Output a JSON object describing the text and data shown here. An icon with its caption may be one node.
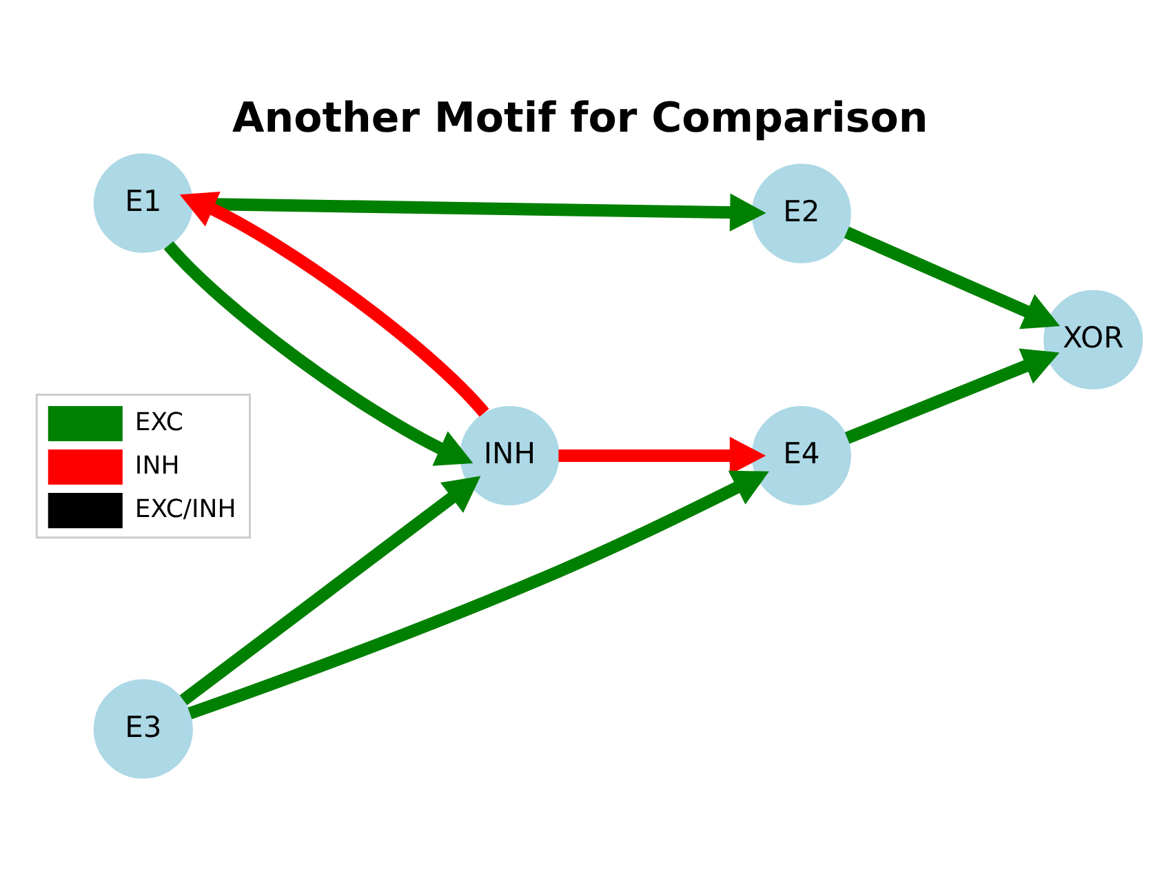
{
  "diagram": {
    "title": "Another Motif for Comparison",
    "nodes": [
      {
        "text": [
          "E1"
        ]
      },
      {
        "text": [
          "E2"
        ]
      },
      {
        "text": [
          "INH"
        ]
      },
      {
        "text": [
          "XOR"
        ]
      },
      {
        "text": [
          "E3"
        ]
      },
      {
        "text": [
          "E4"
        ]
      }
    ],
    "edges": [
      {
        "from": 0,
        "to": 1,
        "arrow": "to",
        "color": "#008000"
      },
      {
        "from": 0,
        "to": 2,
        "arrow": "to",
        "color": "#008000"
      },
      {
        "from": 2,
        "to": 0,
        "arrow": "to",
        "color": "#ff0000"
      },
      {
        "from": 1,
        "to": 3,
        "arrow": "to",
        "color": "#008000"
      },
      {
        "from": 2,
        "to": 5,
        "arrow": "to",
        "color": "#ff0000"
      },
      {
        "from": 4,
        "to": 2,
        "arrow": "to",
        "color": "#008000"
      },
      {
        "from": 4,
        "to": 5,
        "arrow": "to",
        "color": "#008000"
      },
      {
        "from": 5,
        "to": 3,
        "arrow": "to",
        "color": "#008000"
      }
    ],
    "legend": [
      {
        "text": "EXC",
        "color": "#008000"
      },
      {
        "text": "INH",
        "color": "#ff0000"
      },
      {
        "text": "EXC/INH",
        "color": "#000000"
      }
    ]
  }
}
